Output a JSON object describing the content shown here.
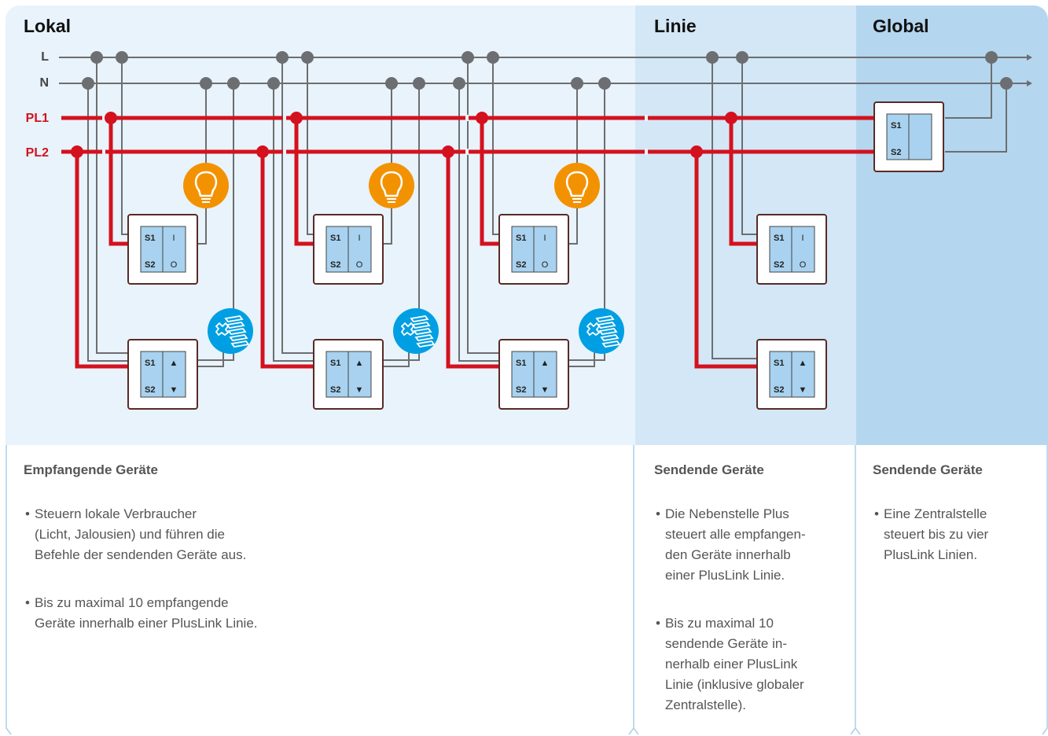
{
  "zones": {
    "lokal": "Lokal",
    "linie": "Linie",
    "global": "Global"
  },
  "lines": {
    "l": "L",
    "n": "N",
    "pl1": "PL1",
    "pl2": "PL2"
  },
  "switch": {
    "s1": "S1",
    "s2": "S2",
    "on": "I",
    "off": "O",
    "up": "▲",
    "down": "▼"
  },
  "colors": {
    "wire_gray": "#6d6e71",
    "pluslink_red": "#d4111e",
    "lamp_orange": "#f39200",
    "blind_cyan": "#009fe3"
  },
  "columns": {
    "lokal": {
      "title": "Empfangende Geräte",
      "bullets": [
        [
          "Steuern lokale Verbraucher",
          "(Licht, Jalousien) und führen die",
          "Befehle der sendenden Geräte aus."
        ],
        [
          "Bis zu maximal 10 empfangende",
          "Geräte innerhalb einer PlusLink Linie."
        ]
      ]
    },
    "linie": {
      "title": "Sendende Geräte",
      "bullets": [
        [
          "Die Nebenstelle Plus",
          "steuert alle empfangen-",
          "den Geräte innerhalb",
          "einer PlusLink Linie."
        ],
        [
          "Bis zu maximal 10",
          "sendende Geräte in-",
          "nerhalb einer PlusLink",
          "Linie (inklusive globaler",
          "Zentralstelle)."
        ]
      ]
    },
    "global": {
      "title": "Sendende Geräte",
      "bullets": [
        [
          "Eine Zentralstelle",
          "steuert bis zu vier",
          "PlusLink Linien."
        ]
      ]
    }
  }
}
